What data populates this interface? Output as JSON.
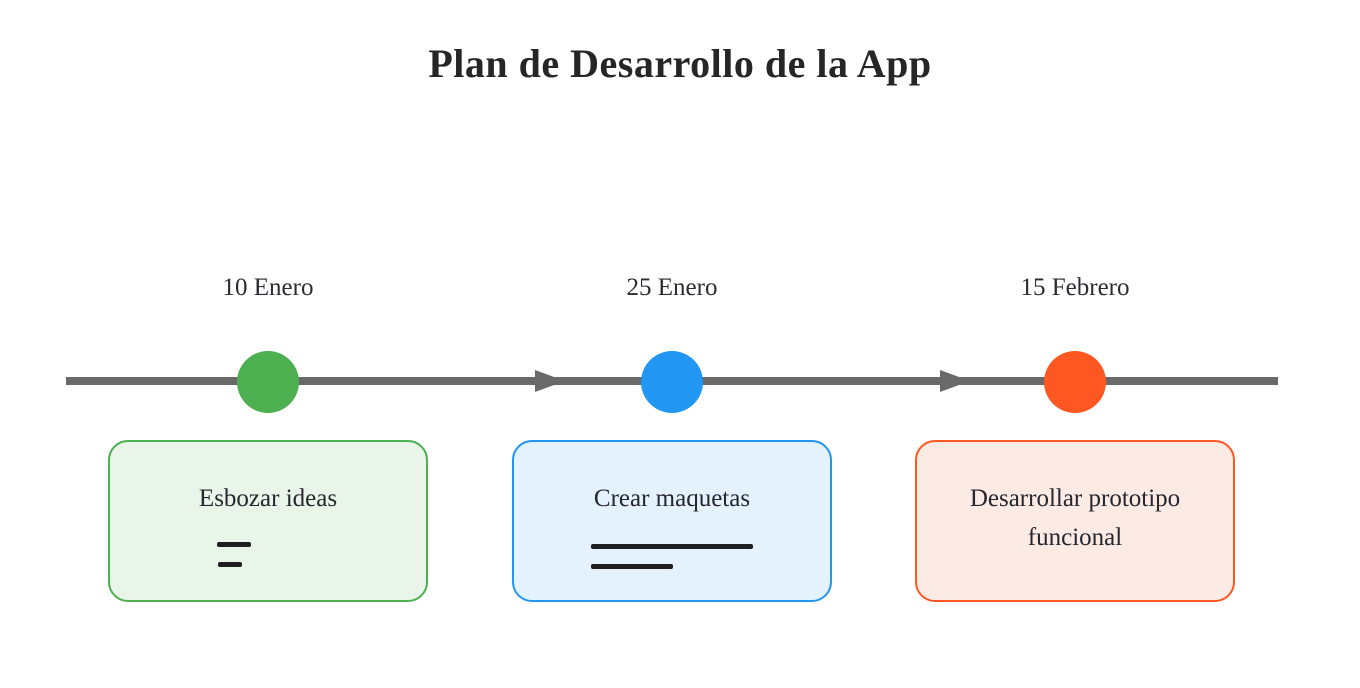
{
  "title": "Plan de Desarrollo de la App",
  "timeline": {
    "line_color": "#696969",
    "arrow_color": "#696969"
  },
  "milestones": [
    {
      "date": "10 Enero",
      "label": "Esbozar ideas",
      "colors": {
        "dot": "#4CAF50",
        "card_bg": "#EAF5EA",
        "card_border": "#4CAF50"
      }
    },
    {
      "date": "25 Enero",
      "label": "Crear maquetas",
      "colors": {
        "dot": "#2196F3",
        "card_bg": "#E3F2FD",
        "card_border": "#2196F3"
      }
    },
    {
      "date": "15 Febrero",
      "label": "Desarrollar prototipo funcional",
      "colors": {
        "dot": "#FF5722",
        "card_bg": "#FCEAE4",
        "card_border": "#FF5722"
      }
    }
  ]
}
